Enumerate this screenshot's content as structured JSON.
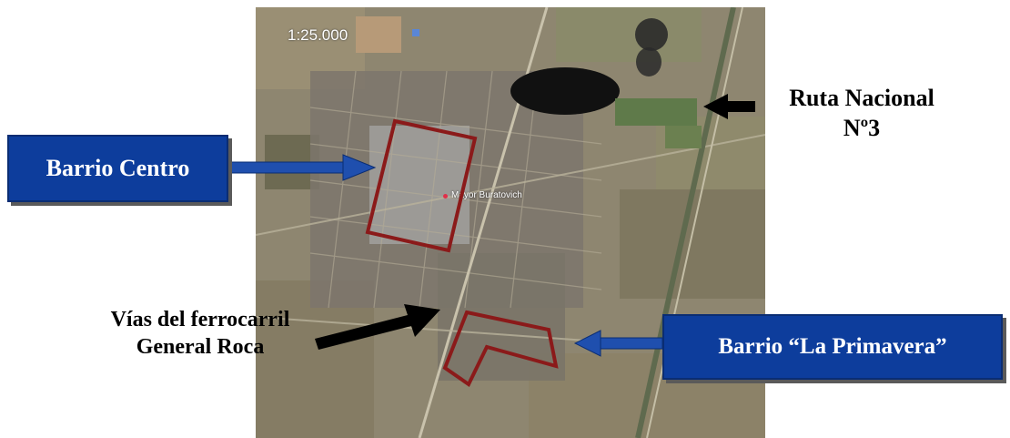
{
  "map": {
    "scale": "1:25.000",
    "town_name": "Mayor Buratovich"
  },
  "labels": {
    "barrio_centro": "Barrio Centro",
    "barrio_primavera": "Barrio “La Primavera”",
    "ruta_line1": "Ruta Nacional",
    "ruta_line2": "Nº3",
    "vias_line1": "Vías del ferrocarril",
    "vias_line2": "General Roca"
  },
  "colors": {
    "callout_box": "#0d3d9c",
    "outline": "#8b1a1a",
    "arrow_blue": "#1f4fae",
    "arrow_black": "#000000"
  }
}
